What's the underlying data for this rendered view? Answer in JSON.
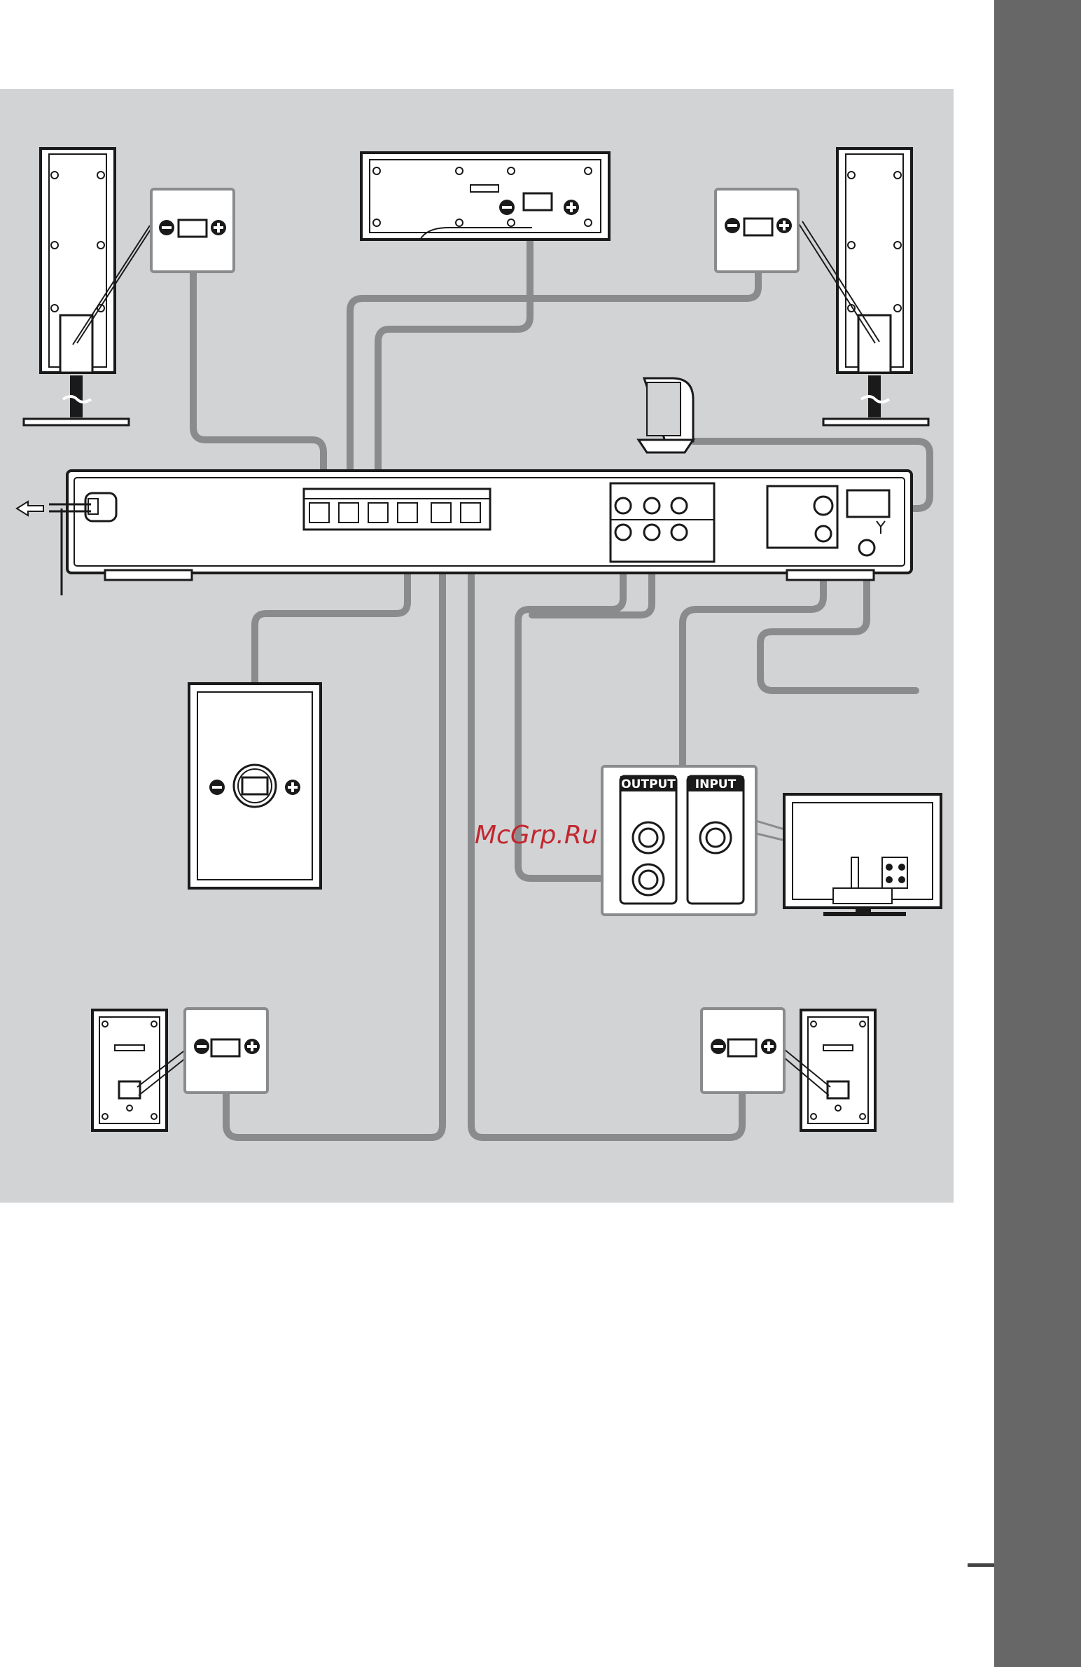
{
  "output_jack": {
    "label": "OUTPUT"
  },
  "input_jack": {
    "label": "INPUT"
  },
  "watermark": {
    "text": "McGrp.Ru"
  },
  "colors": {
    "cable": "#8a8b8d",
    "panel": "#d2d3d5",
    "side_tab": "#676767",
    "outline": "#1a1a1a",
    "watermark": "#c3262e"
  },
  "icons": {
    "terminal_minus": "minus-circle-icon",
    "terminal_plus": "plus-circle-icon",
    "power_arrow": "arrow-left-icon",
    "antenna": "antenna-icon"
  }
}
